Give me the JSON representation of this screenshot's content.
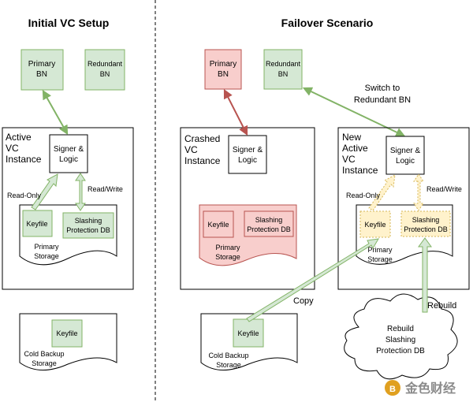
{
  "titles": {
    "left": "Initial VC Setup",
    "right": "Failover Scenario"
  },
  "left": {
    "primary_bn": [
      "Primary",
      "BN"
    ],
    "redundant_bn": [
      "Redundant",
      "BN"
    ],
    "vc_label": [
      "Active",
      "VC",
      "Instance"
    ],
    "signer": [
      "Signer &",
      "Logic"
    ],
    "read_only": "Read-Only",
    "read_write": "Read/Write",
    "keyfile": "Keyfile",
    "slashing_db": [
      "Slashing",
      "Protection DB"
    ],
    "primary_storage": [
      "Primary",
      "Storage"
    ],
    "cold_keyfile": "Keyfile",
    "cold_storage": [
      "Cold Backup",
      "Storage"
    ]
  },
  "middle": {
    "primary_bn": [
      "Primary",
      "BN"
    ],
    "redundant_bn": [
      "Redundant",
      "BN"
    ],
    "vc_label": [
      "Crashed",
      "VC",
      "Instance"
    ],
    "signer": [
      "Signer &",
      "Logic"
    ],
    "keyfile": "Keyfile",
    "slashing_db": [
      "Slashing",
      "Protection DB"
    ],
    "primary_storage": [
      "Primary",
      "Storage"
    ],
    "cold_keyfile": "Keyfile",
    "cold_storage": [
      "Cold Backup",
      "Storage"
    ]
  },
  "right": {
    "vc_label": [
      "New",
      "Active",
      "VC",
      "Instance"
    ],
    "signer": [
      "Signer &",
      "Logic"
    ],
    "read_only": "Read-Only",
    "read_write": "Read/Write",
    "keyfile": "Keyfile",
    "slashing_db": [
      "Slashing",
      "Protection DB"
    ],
    "primary_storage": [
      "Primary",
      "Storage"
    ],
    "rebuild_cloud": [
      "Rebuild",
      "Slashing",
      "Protection DB"
    ]
  },
  "annotations": {
    "switch": [
      "Switch to",
      "Redundant BN"
    ],
    "copy": "Copy",
    "rebuild": "Rebuild"
  },
  "watermark": "金色财经",
  "colors": {
    "green_fill": "#d5e8d4",
    "green_stroke": "#82b366",
    "red_fill": "#f8cecc",
    "red_stroke": "#b85450",
    "yellow_fill": "#fff2cc",
    "yellow_stroke": "#d6b656"
  }
}
